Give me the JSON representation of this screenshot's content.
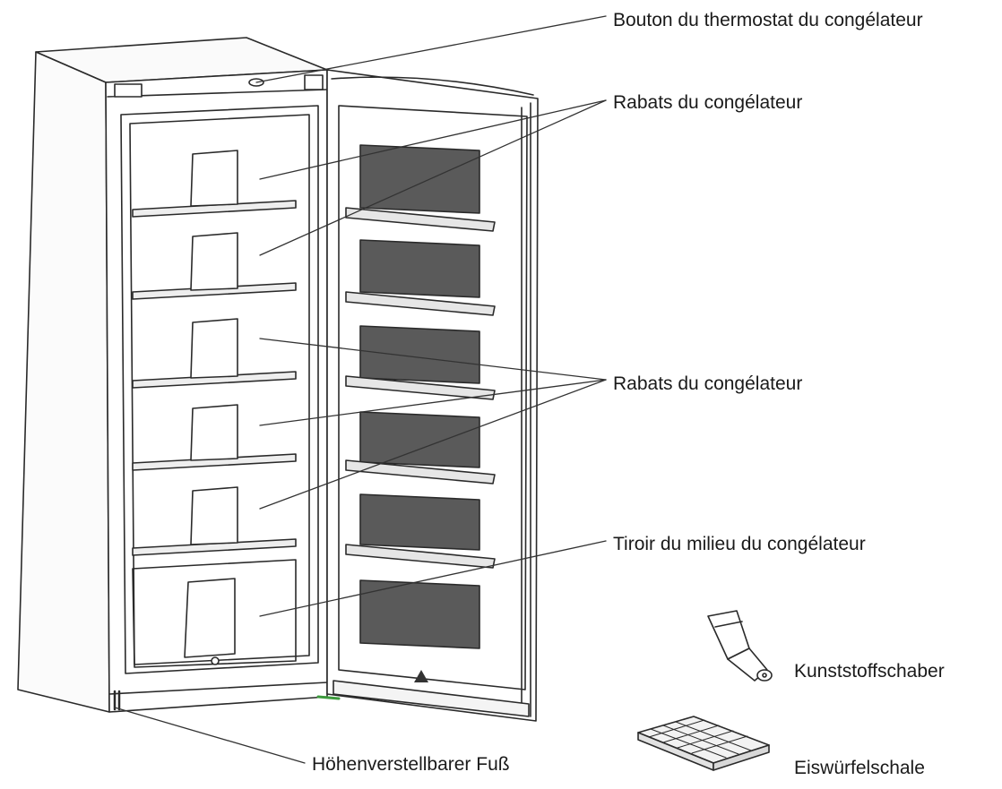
{
  "labels": {
    "thermostat": "Bouton du thermostat du congélateur",
    "flaps_top": "Rabats du congélateur",
    "flaps_middle": "Rabats du congélateur",
    "middle_drawer": "Tiroir du milieu du congélateur",
    "scraper": "Kunststoffschaber",
    "adjustable_foot": "Höhenverstellbarer Fuß",
    "ice_tray": "Eiswürfelschale"
  },
  "colors": {
    "line": "#2a2a2a",
    "door_panel": "#5a5a5a",
    "leader": "#333333",
    "hinge_accent": "#3d9a3d"
  }
}
